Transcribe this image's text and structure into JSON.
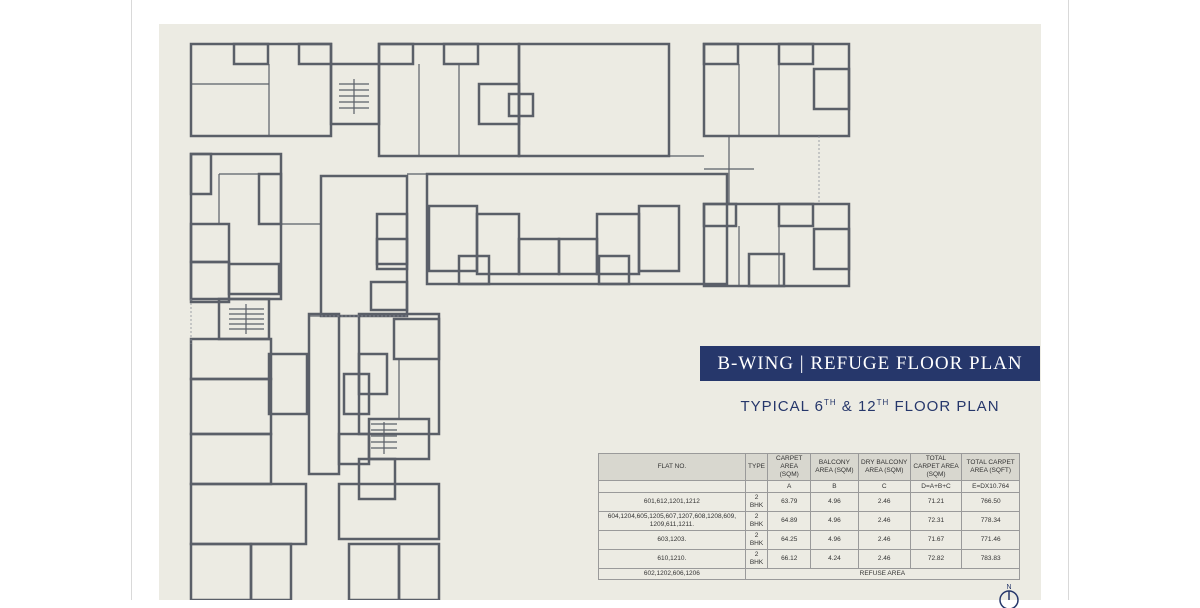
{
  "title": "B-WING | REFUGE FLOOR PLAN",
  "subtitle": {
    "prefix": "TYPICAL 6",
    "sup1": "TH",
    "middle": " & 12",
    "sup2": "TH",
    "suffix": " FLOOR PLAN"
  },
  "table": {
    "headers": [
      "FLAT NO.",
      "TYPE",
      "CARPET AREA (SQM)",
      "BALCONY AREA (SQM)",
      "DRY BALCONY AREA (SQM)",
      "TOTAL CARPET AREA (SQM)",
      "TOTAL CARPET AREA (SQFT)"
    ],
    "subheaders": [
      "",
      "",
      "A",
      "B",
      "C",
      "D=A+B+C",
      "E=DX10.764"
    ],
    "rows": [
      [
        "601,612,1201,1212",
        "2 BHK",
        "63.79",
        "4.96",
        "2.46",
        "71.21",
        "766.50"
      ],
      [
        "604,1204,605,1205,607,1207,608,1208,609, 1209,611,1211.",
        "2 BHK",
        "64.89",
        "4.96",
        "2.46",
        "72.31",
        "778.34"
      ],
      [
        "603,1203.",
        "2 BHK",
        "64.25",
        "4.96",
        "2.46",
        "71.67",
        "771.46"
      ],
      [
        "610,1210.",
        "2 BHK",
        "66.12",
        "4.24",
        "2.46",
        "72.82",
        "783.83"
      ]
    ],
    "refuse_row": {
      "flat": "602,1202,606,1206",
      "label": "REFUSE AREA"
    }
  },
  "compass_label": "N",
  "colors": {
    "banner": "#26376b",
    "panel": "#ecebe3",
    "walls": "#5a5f68"
  }
}
